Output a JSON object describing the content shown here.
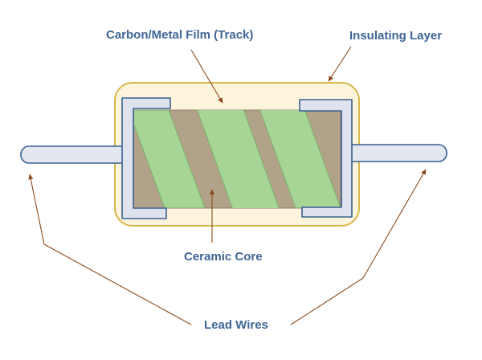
{
  "labels": {
    "track": "Carbon/Metal Film (Track)",
    "insulating_layer": "Insulating Layer",
    "ceramic_core": "Ceramic Core",
    "lead_wires": "Lead Wires"
  },
  "colors": {
    "label_text": "#3f6597",
    "leader_line": "#8b4a1c",
    "insulating_layer_fill": "#fcf5dc",
    "insulating_layer_stroke": "#d8b84f",
    "ceramic_core_fill": "#b3a28a",
    "film_track_fill": "#a6d596",
    "film_track_stroke": "#7ab068",
    "end_cap_fill": "#dfe3ee",
    "lead_wire_fill": "#e2e7f0",
    "outline_stroke": "#3a5f90"
  }
}
